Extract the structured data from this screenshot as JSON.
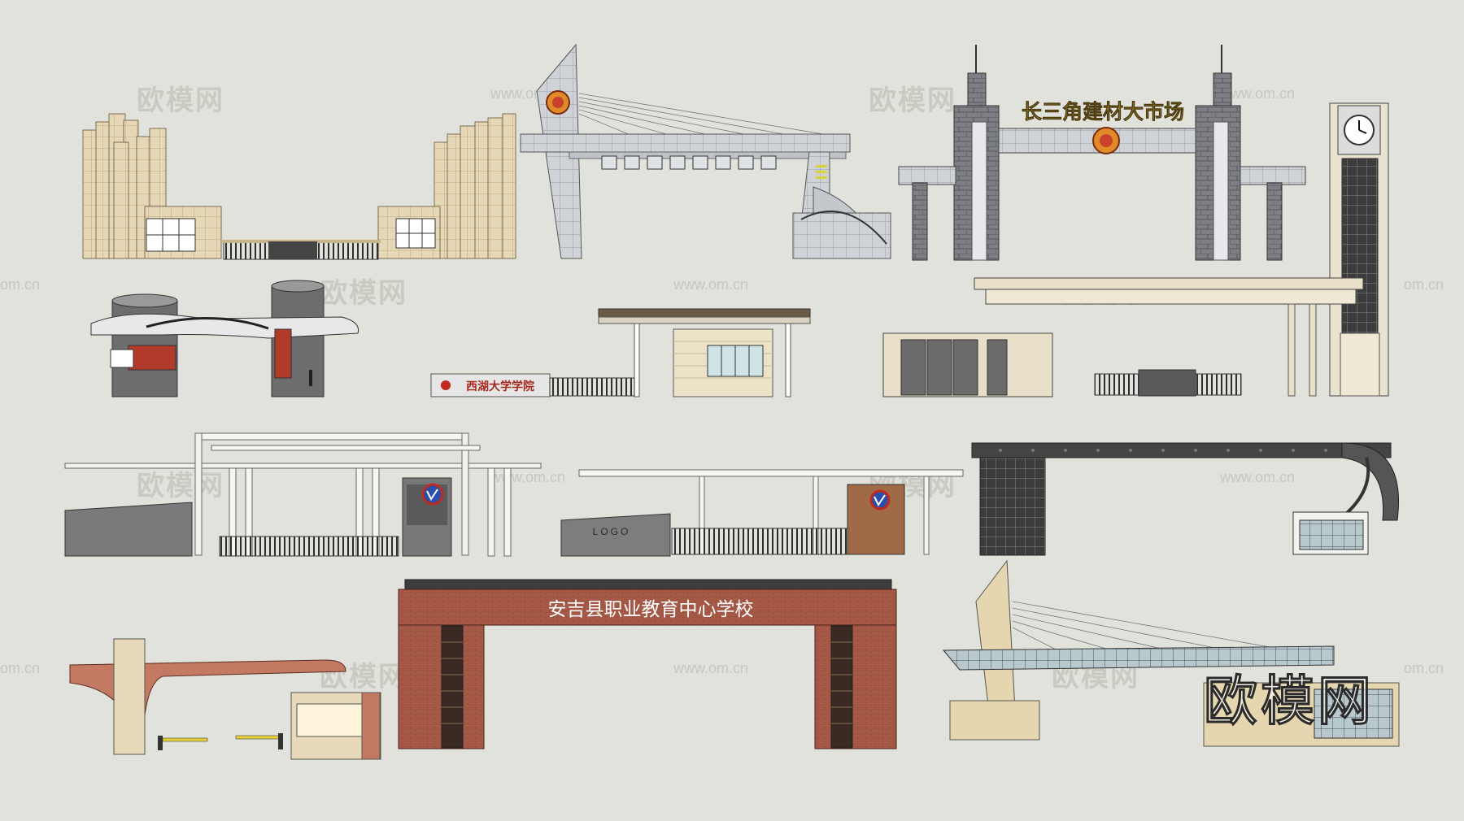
{
  "watermarks": {
    "logo_text": "欧模网",
    "url_text": "www.om.cn",
    "url_text_short": "om.cn",
    "brand_text": "欧模网"
  },
  "gates": {
    "market_gate_sign": "长三角建材大市场",
    "school_gate_sign": "安吉县职业教育中心学校",
    "academy_stone_sign": "西湖大学学院",
    "logo_wall_text": "LOGO"
  },
  "colors": {
    "background": "#e2e2dc",
    "beige_stone": "#e4d6b4",
    "grey_panel": "#c9cdd2",
    "dark_grey": "#6b6b6b",
    "red_brick": "#a85a48",
    "terracotta": "#c47a62",
    "brand_blue": "#2a4fa8",
    "gold_text": "#b89a3a"
  }
}
